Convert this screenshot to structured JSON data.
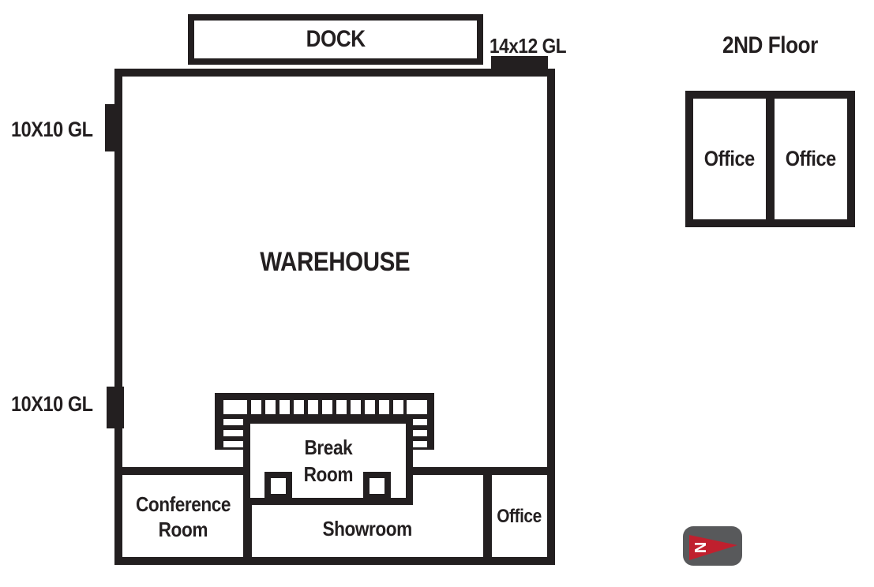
{
  "page": {
    "background": "#ffffff"
  },
  "colors": {
    "ink": "#231f20",
    "logo_red": "#c0202e",
    "logo_gray": "#58595b"
  },
  "first_floor": {
    "dock": {
      "label": "DOCK"
    },
    "warehouse": {
      "label": "WAREHOUSE"
    },
    "doors": {
      "top_label": "14x12 GL",
      "left_upper_label": "10X10 GL",
      "left_lower_label": "10X10 GL"
    },
    "break_room": {
      "line1": "Break",
      "line2": "Room"
    },
    "conference_room": {
      "line1": "Conference",
      "line2": "Room"
    },
    "showroom": {
      "label": "Showroom"
    },
    "office": {
      "label": "Office"
    }
  },
  "second_floor": {
    "title": "2ND Floor",
    "offices": [
      {
        "label": "Office"
      },
      {
        "label": "Office"
      }
    ]
  },
  "compass": {
    "letter": "N"
  }
}
